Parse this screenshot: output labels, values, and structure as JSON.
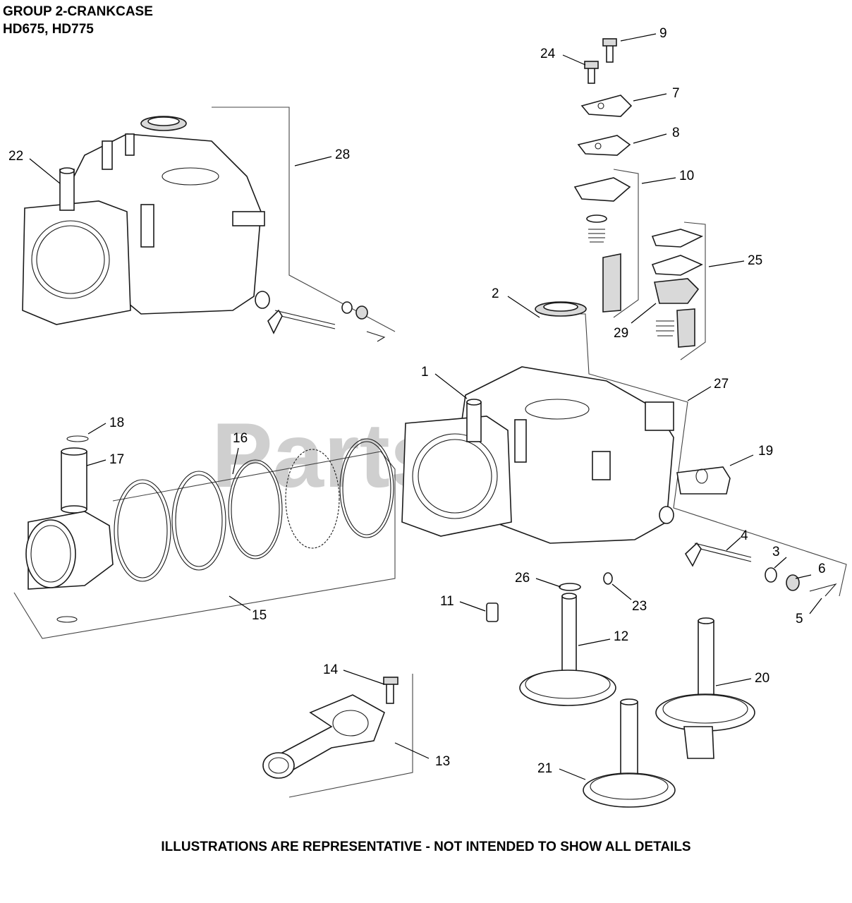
{
  "header": {
    "title": "GROUP 2-CRANKCASE",
    "models": "HD675, HD775"
  },
  "watermark": "PartsTree",
  "footer": "ILLUSTRATIONS ARE REPRESENTATIVE - NOT INTENDED TO SHOW ALL DETAILS",
  "callouts": {
    "c1": "1",
    "c2": "2",
    "c3": "3",
    "c4": "4",
    "c5": "5",
    "c6": "6",
    "c7": "7",
    "c8": "8",
    "c9": "9",
    "c10": "10",
    "c11": "11",
    "c12": "12",
    "c13": "13",
    "c14": "14",
    "c15": "15",
    "c16": "16",
    "c17": "17",
    "c18": "18",
    "c19": "19",
    "c20": "20",
    "c21": "21",
    "c22": "22",
    "c23": "23",
    "c24": "24",
    "c25": "25",
    "c26": "26",
    "c27": "27",
    "c28": "28",
    "c29": "29"
  }
}
